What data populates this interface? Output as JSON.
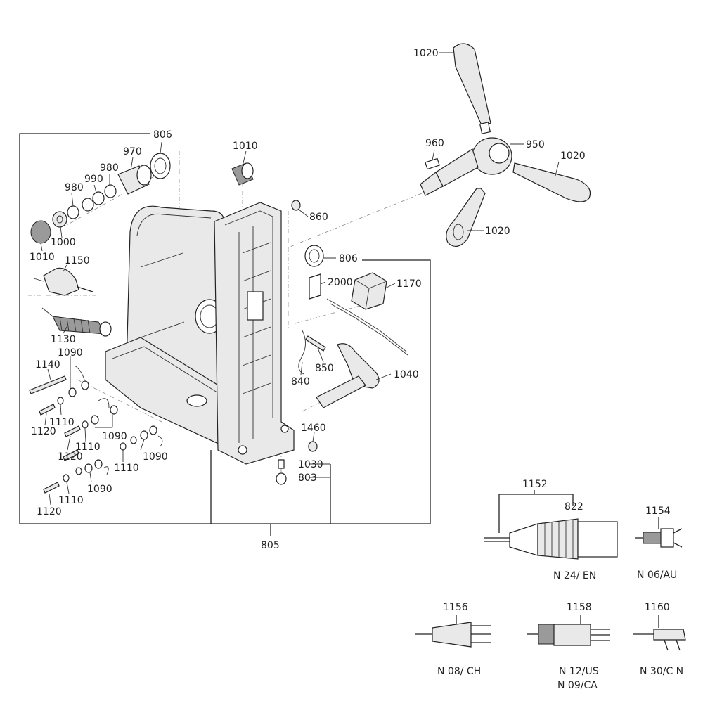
{
  "labels": {
    "p1020_top": "1020",
    "p1020_right": "1020",
    "p1020_bottom": "1020",
    "p960": "960",
    "p950": "950",
    "p806_top": "806",
    "p806_mid": "806",
    "p970": "970",
    "p980_a": "980",
    "p990": "990",
    "p980_b": "980",
    "p1010_top": "1010",
    "p1010_left": "1010",
    "p1000": "1000",
    "p860": "860",
    "p1150": "1150",
    "p2000": "2000",
    "p1170": "1170",
    "p1130": "1130",
    "p1090_a": "1090",
    "p1140": "1140",
    "p850": "850",
    "p1040": "1040",
    "p840": "840",
    "p1120_a": "1120",
    "p1110_a": "1110",
    "p1090_b": "1090",
    "p1110_b": "1110",
    "p1090_c": "1090",
    "p1120_b": "1120",
    "p1110_c": "1110",
    "p1460": "1460",
    "p1030": "1030",
    "p803": "803",
    "p1090_d": "1090",
    "p1110_d": "1110",
    "p1120_c": "1120",
    "p805": "805",
    "p1152": "1152",
    "p822": "822",
    "p1154": "1154",
    "p1156": "1156",
    "p1158": "1158",
    "p1160": "1160"
  },
  "plug_variants": {
    "en": "N 24/ EN",
    "au": "N 06/AU",
    "ch": "N 08/ CH",
    "us": "N 12/US",
    "ca": "N 09/CA",
    "cn": "N 30/C N"
  }
}
